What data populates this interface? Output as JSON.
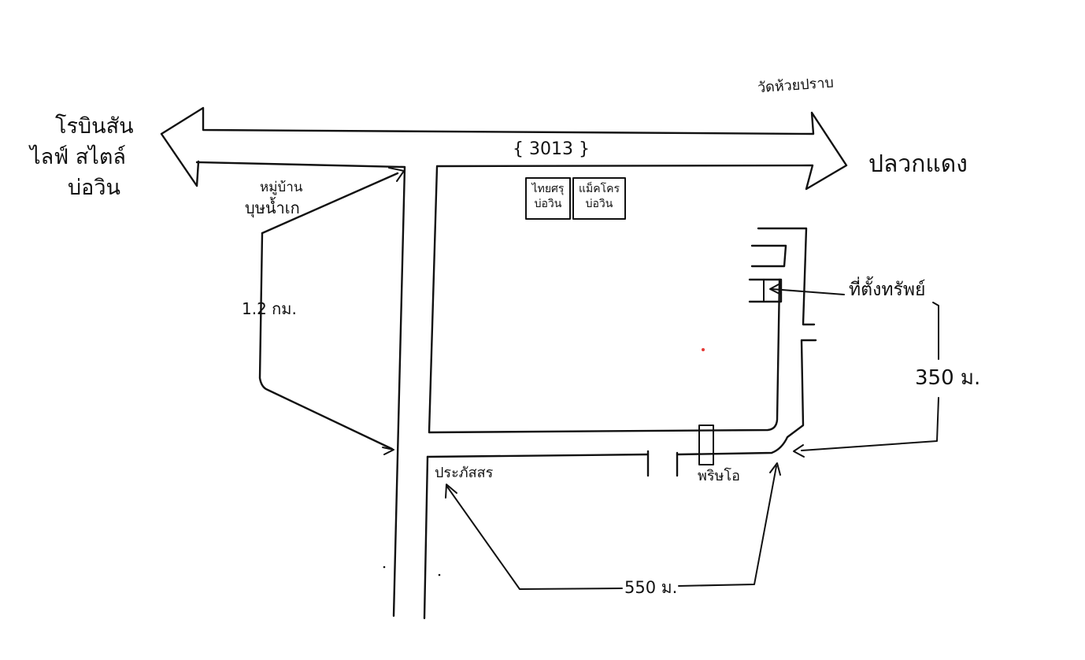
{
  "map": {
    "place_left": {
      "line1": "โรบินสัน",
      "line2": "ไลฟ์ สไตล์",
      "line3": "บ่อวิน"
    },
    "place_right": "ปลวกแดง",
    "temple": "วัดห้วยปราบ",
    "highway": "{ 3013 }",
    "junction_left": {
      "line1": "หมู่บ้าน",
      "line2": "บุษน้ำเก"
    },
    "distance_left": "1.2 กม.",
    "shop1": {
      "line1": "ไทยศรุ",
      "line2": "บ่อวิน"
    },
    "shop2": {
      "line1": "แม็คโคร",
      "line2": "บ่อวิน"
    },
    "property": "ที่ตั้งทรัพย์",
    "distance_right": "350 ม.",
    "landmark_left": "ประภัสสร",
    "landmark_right": "พริษโอ",
    "distance_bottom": "550 ม.",
    "colors": {
      "ink": "#111111",
      "dot": "#e53935"
    }
  }
}
